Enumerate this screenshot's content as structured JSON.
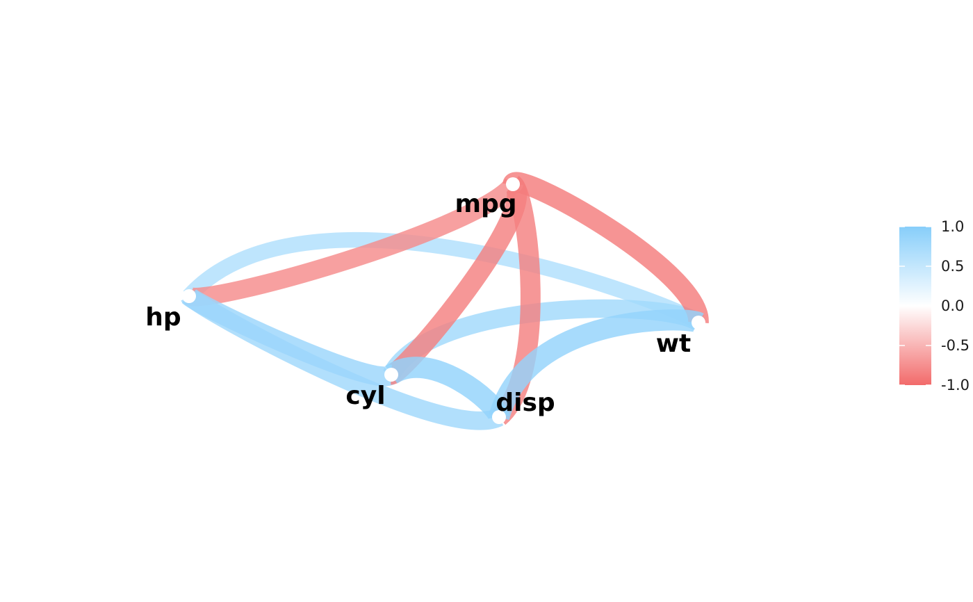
{
  "chart_data": {
    "type": "correlation-network",
    "nodes": [
      {
        "id": "mpg",
        "label": "mpg"
      },
      {
        "id": "cyl",
        "label": "cyl"
      },
      {
        "id": "disp",
        "label": "disp"
      },
      {
        "id": "hp",
        "label": "hp"
      },
      {
        "id": "wt",
        "label": "wt"
      }
    ],
    "edges": [
      {
        "from": "mpg",
        "to": "cyl",
        "r": -0.85
      },
      {
        "from": "mpg",
        "to": "disp",
        "r": -0.85
      },
      {
        "from": "mpg",
        "to": "hp",
        "r": -0.78
      },
      {
        "from": "mpg",
        "to": "wt",
        "r": -0.87
      },
      {
        "from": "cyl",
        "to": "disp",
        "r": 0.9
      },
      {
        "from": "cyl",
        "to": "hp",
        "r": 0.83
      },
      {
        "from": "cyl",
        "to": "wt",
        "r": 0.78
      },
      {
        "from": "disp",
        "to": "hp",
        "r": 0.79
      },
      {
        "from": "disp",
        "to": "wt",
        "r": 0.89
      },
      {
        "from": "hp",
        "to": "wt",
        "r": 0.66
      }
    ],
    "legend": {
      "position": "right",
      "range": [
        -1,
        1
      ],
      "tick_values": [
        1.0,
        0.5,
        0.0,
        -0.5,
        -1.0
      ],
      "tick_labels": [
        "1.0",
        "0.5",
        "0.0",
        "-0.5",
        "-1.0"
      ],
      "colors": {
        "positive": "#87CEFA",
        "zero": "#FFFFFF",
        "negative": "#F26A6A"
      }
    }
  }
}
